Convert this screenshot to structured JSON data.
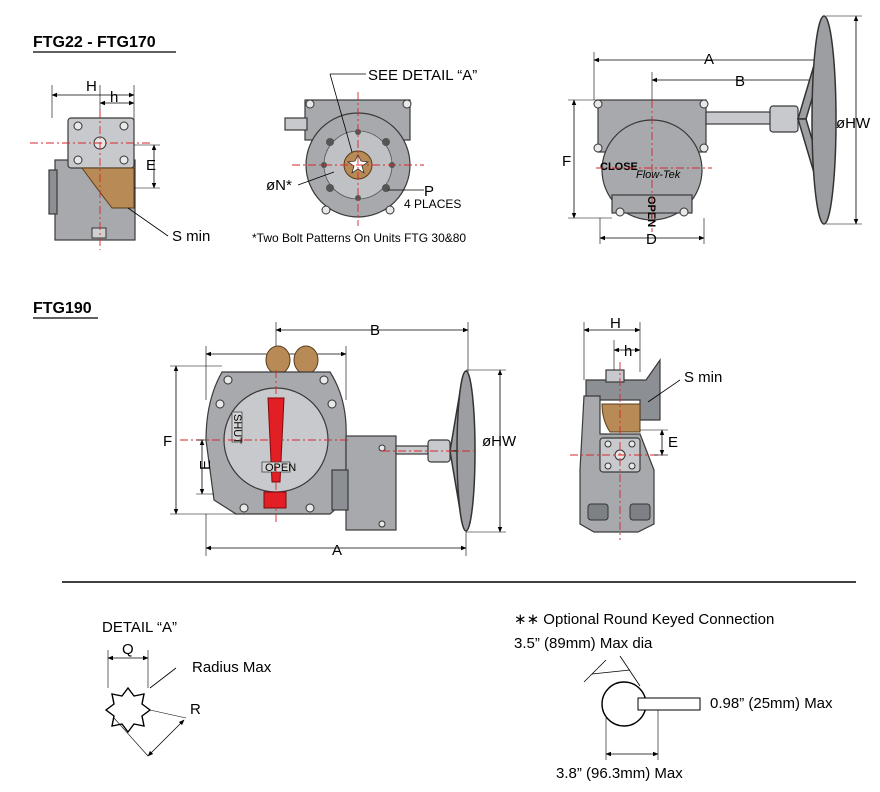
{
  "sections": {
    "ftg22": "FTG22 - FTG170",
    "ftg190": "FTG190"
  },
  "labels": {
    "H": "H",
    "h": "h",
    "E": "E",
    "s_min": "S min",
    "see_detail": "SEE DETAIL “A”",
    "n_dia": "øN*",
    "p": "P",
    "p_places": "4 PLACES",
    "footnote": "*Two Bolt Patterns On Units FTG 30&80",
    "A": "A",
    "B": "B",
    "F": "F",
    "D": "D",
    "hw": "øHW",
    "close": "CLOSE",
    "open": "OPEN",
    "shut": "SHUT",
    "brand": "Flow-Tek"
  },
  "detail": {
    "title": "DETAIL “A”",
    "Q": "Q",
    "radius": "Radius Max",
    "R": "R"
  },
  "keyed": {
    "title": "∗∗ Optional Round Keyed Connection",
    "max_dia": "3.5” (89mm) Max dia",
    "key_max": "0.98” (25mm) Max",
    "bottom_max": "3.8” (96.3mm) Max"
  },
  "colors": {
    "centerline": "#d8262b",
    "body": "#a7a9ac",
    "bronze": "#b88a55",
    "indicator": "#e31e24"
  }
}
